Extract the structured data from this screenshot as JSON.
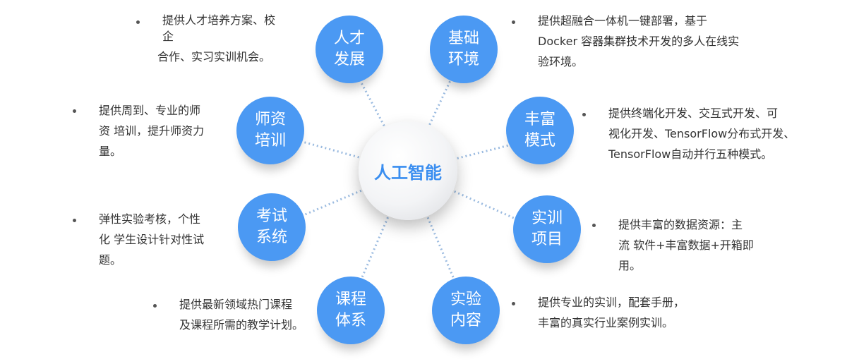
{
  "center": {
    "label": "人工智能"
  },
  "nodes": [
    {
      "label": "人才发展",
      "desc_lines": [
        "提供人才培养方案、校",
        "企",
        "合作、实习实训机会。"
      ]
    },
    {
      "label": "基础环境",
      "desc_lines": [
        "提供超融合一体机一键部署，基于",
        "Docker 容器集群技术开发的多人在线实",
        "验环境。"
      ]
    },
    {
      "label": "师资培训",
      "desc_lines": [
        "提供周到、专业的师",
        "资 培训，提升师资力",
        "量。"
      ]
    },
    {
      "label": "丰富模式",
      "desc_lines": [
        "提供终端化开发、交互式开发、可",
        "视化开发、TensorFlow分布式开发、",
        "TensorFlow自动并行五种模式。"
      ]
    },
    {
      "label": "考试系统",
      "desc_lines": [
        "弹性实验考核，个性",
        "化 学生设计针对性试",
        "题。"
      ]
    },
    {
      "label": "实训项目",
      "desc_lines": [
        "提供丰富的数据资源：主",
        "流 软件+丰富数据+开箱即",
        "用。"
      ]
    },
    {
      "label": "课程体系",
      "desc_lines": [
        "提供最新领域热门课程",
        "及课程所需的教学计划。"
      ]
    },
    {
      "label": "实验内容",
      "desc_lines": [
        "提供专业的实训，配套手册，",
        "丰富的真实行业案例实训。"
      ]
    }
  ],
  "colors": {
    "node": "#4b99f3",
    "center_text": "#3a8ef0",
    "line": "#9bbbe0"
  }
}
